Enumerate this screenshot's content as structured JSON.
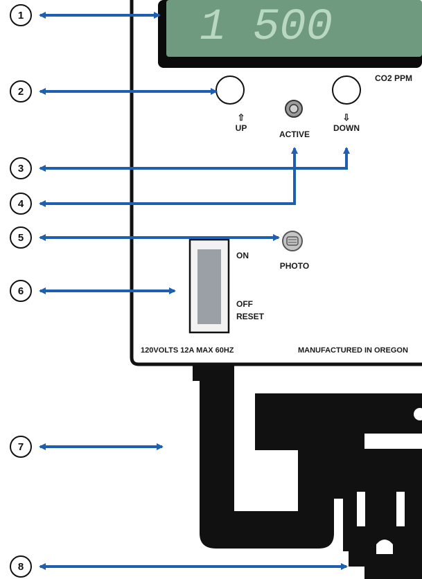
{
  "display": {
    "reading": "1 500",
    "unit_label": "CO2 PPM"
  },
  "buttons": {
    "up_label": "UP",
    "up_arrow": "⇧",
    "down_label": "DOWN",
    "down_arrow": "⇩",
    "active_label": "ACTIVE"
  },
  "sensor": {
    "photo_label": "PHOTO"
  },
  "switch": {
    "on_label": "ON",
    "off_label": "OFF",
    "reset_label": "RESET"
  },
  "ratings": {
    "text": "120VOLTS 12A MAX 60HZ"
  },
  "maker": {
    "text": "MANUFACTURED IN OREGON"
  },
  "callouts": [
    "1",
    "2",
    "3",
    "4",
    "5",
    "6",
    "7",
    "8"
  ],
  "colors": {
    "arrow": "#1f5fb0",
    "panel_border": "#111111",
    "display_bg": "#6f9a80",
    "display_digits": "#b9d8c2",
    "switch_body": "#f2f2f2",
    "switch_rocker": "#9aa0a6",
    "plug": "#111111"
  }
}
